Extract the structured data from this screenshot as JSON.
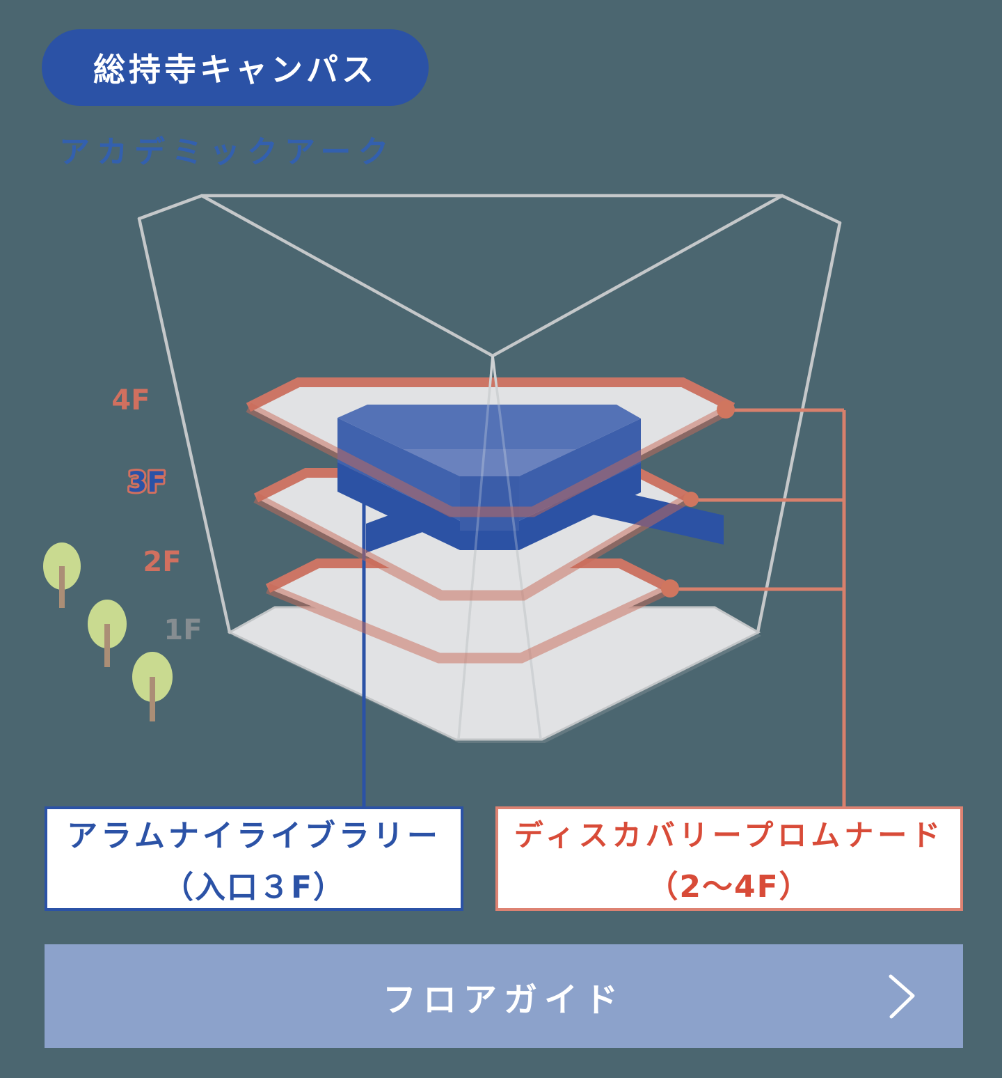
{
  "page": {
    "background_color": "#4B6670"
  },
  "header": {
    "campus_badge": "総持寺キャンパス",
    "building_name": "アカデミックアーク",
    "badge_color": "#2B52A6",
    "building_name_color": "#3360AE"
  },
  "diagram": {
    "floors": [
      {
        "label": "4F",
        "color": "#D1705F"
      },
      {
        "label": "3F",
        "color": "#2B52A6",
        "outline_color": "#D1705F"
      },
      {
        "label": "2F",
        "color": "#D1705F"
      },
      {
        "label": "1F",
        "color": "#868D91"
      }
    ],
    "colors": {
      "floor_plate_fill": "#E1E2E4",
      "floor_ring": "#CC7565",
      "building_top": "#5472B6",
      "building_front": "#4062AD",
      "building_base": "#2C52A4",
      "wireframe": "#C5C8CA",
      "tree_canopy": "#C9DA90",
      "tree_trunk": "#AB8E76"
    }
  },
  "callouts": {
    "library": {
      "title": "アラムナイライブラリー",
      "subtitle": "（入口３F）",
      "color": "#2B52A6"
    },
    "promenade": {
      "title": "ディスカバリープロムナード",
      "subtitle": "（2〜4F）",
      "color": "#D84B38",
      "border_color": "#DD8272"
    }
  },
  "footer": {
    "label": "フロアガイド",
    "background_color": "#8CA2CB"
  }
}
